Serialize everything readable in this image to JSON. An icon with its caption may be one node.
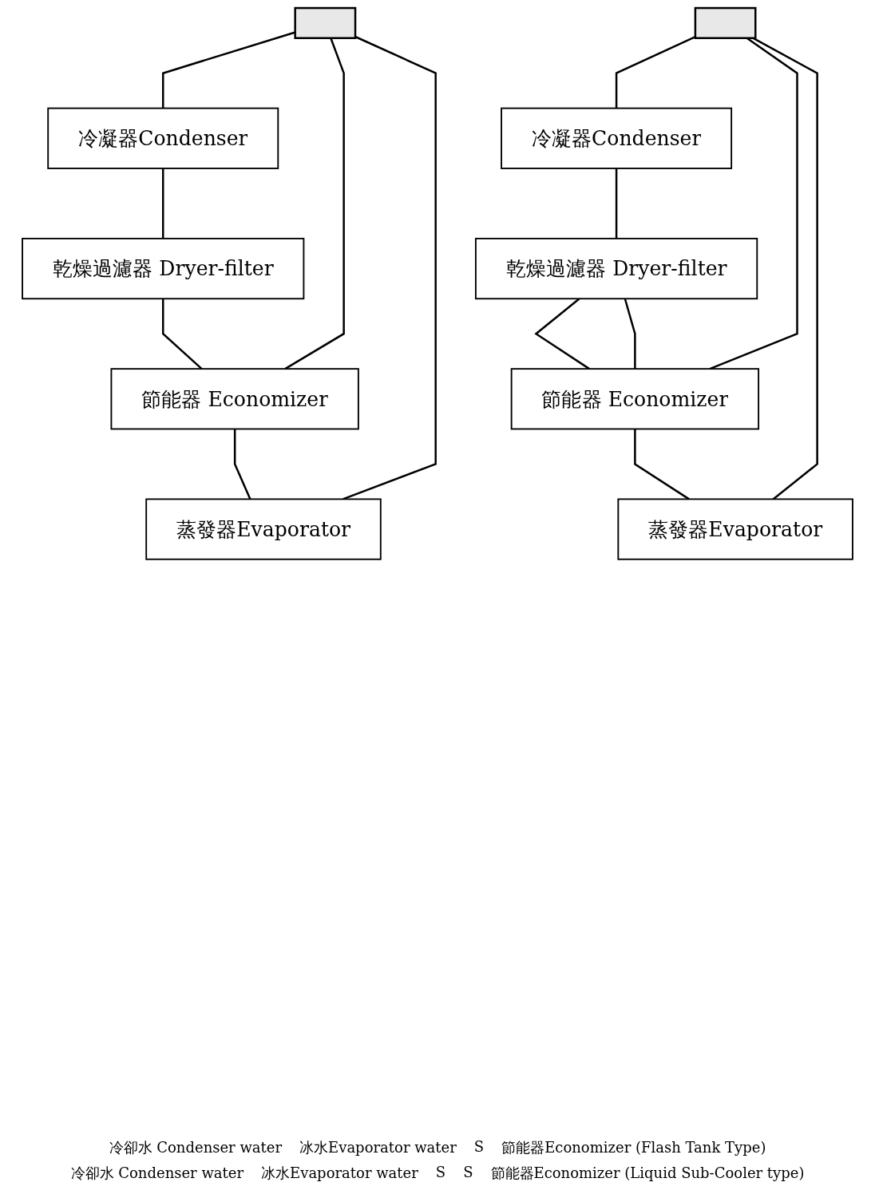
{
  "diagram": {
    "nodes": [
      {
        "text": [],
        "shape": "box"
      },
      {
        "text": [
          "冷凝器Condenser"
        ]
      },
      {
        "text": [
          "乾燥過濾器 Dryer-filter"
        ]
      },
      {
        "text": [
          "節能器 Economizer"
        ]
      },
      {
        "text": [
          "蒸發器Evaporator"
        ]
      },
      {
        "text": [],
        "shape": "box"
      },
      {
        "text": [
          "冷凝器Condenser"
        ]
      },
      {
        "text": [
          "乾燥過濾器 Dryer-filter"
        ]
      },
      {
        "text": [
          "節能器 Economizer"
        ]
      },
      {
        "text": [
          "蒸發器Evaporator"
        ]
      }
    ],
    "edges": [
      {
        "from": 0,
        "to": 1,
        "arrow": "none"
      },
      {
        "from": 1,
        "to": 2,
        "arrow": "none"
      },
      {
        "from": 2,
        "to": 3,
        "arrow": "none"
      },
      {
        "from": 3,
        "to": 0,
        "arrow": "none"
      },
      {
        "from": 3,
        "to": 4,
        "arrow": "none"
      },
      {
        "from": 4,
        "to": 0,
        "arrow": "none"
      },
      {
        "from": 5,
        "to": 6,
        "arrow": "none"
      },
      {
        "from": 6,
        "to": 7,
        "arrow": "none"
      },
      {
        "from": 7,
        "to": 8,
        "arrow": "none"
      },
      {
        "from": 7,
        "to": 8,
        "arrow": "none"
      },
      {
        "from": 8,
        "to": 5,
        "arrow": "none"
      },
      {
        "from": 8,
        "to": 9,
        "arrow": "none"
      },
      {
        "from": 9,
        "to": 5,
        "arrow": "none"
      }
    ],
    "labels": [
      "冷卻水 Condenser water",
      "冰水Evaporator water",
      "S",
      "節能器Economizer (Flash Tank Type)",
      "冷卻水 Condenser water",
      "冰水Evaporator water",
      "S",
      "S",
      "節能器Economizer (Liquid Sub-Cooler type)"
    ]
  }
}
